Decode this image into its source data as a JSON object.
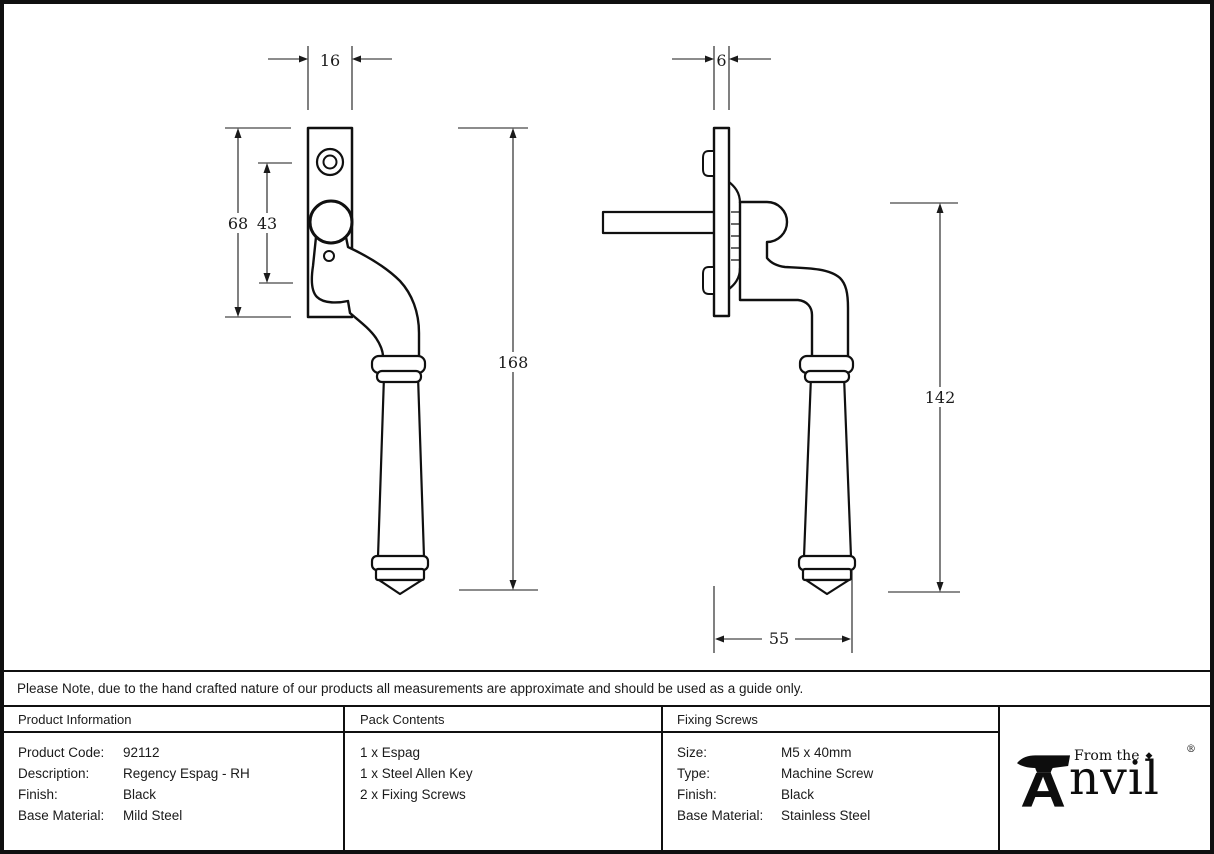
{
  "drawings": {
    "front_view": {
      "plate_width_mm": "16",
      "plate_height_mm": "68",
      "hole_spacing_mm": "43",
      "overall_length_mm": "168"
    },
    "side_view": {
      "plate_thickness_mm": "6",
      "drop_height_mm": "142",
      "projection_mm": "55"
    }
  },
  "note": {
    "text": "Please Note, due to the hand crafted nature of our products all measurements are approximate and should be used as a guide only."
  },
  "table": {
    "columns": [
      {
        "header": "Product Information",
        "rows": [
          {
            "label": "Product Code:",
            "value": "92112"
          },
          {
            "label": "Description:",
            "value": "Regency Espag - RH"
          },
          {
            "label": "Finish:",
            "value": "Black"
          },
          {
            "label": "Base Material:",
            "value": "Mild Steel"
          }
        ]
      },
      {
        "header": "Pack Contents",
        "items": [
          "1 x Espag",
          "1 x Steel Allen Key",
          "2 x Fixing Screws"
        ]
      },
      {
        "header": "Fixing Screws",
        "rows": [
          {
            "label": "Size:",
            "value": "M5 x 40mm"
          },
          {
            "label": "Type:",
            "value": "Machine Screw"
          },
          {
            "label": "Finish:",
            "value": "Black"
          },
          {
            "label": "Base Material:",
            "value": "Stainless Steel"
          }
        ]
      }
    ]
  },
  "logo": {
    "tagline": "From the",
    "separator": "◆",
    "brand_rest": "nvil",
    "registered": "®"
  }
}
